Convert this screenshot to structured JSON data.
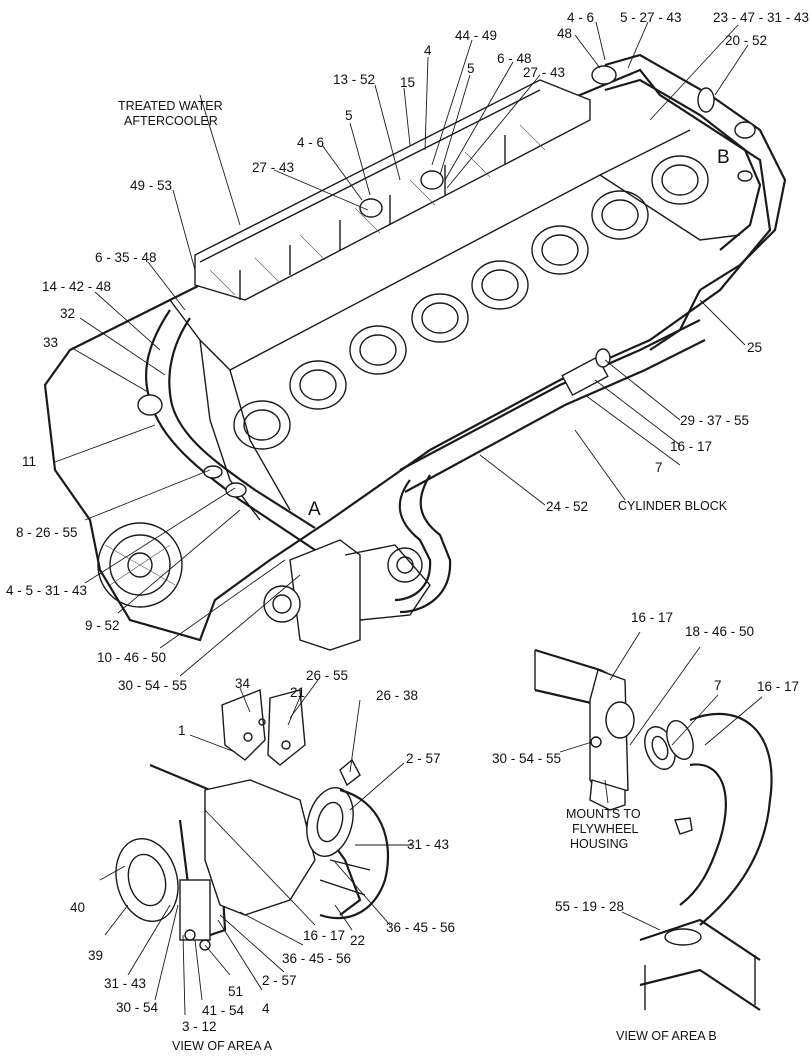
{
  "ink_color": "#1a1a1a",
  "background": "#ffffff",
  "callouts": {
    "c_4_6_top": "4 - 6",
    "c_5_27_43": "5 - 27 - 43",
    "c_23_47_31_43": "23 - 47 - 31 - 43",
    "c_48": "48",
    "c_20_52": "20 - 52",
    "c_4_top": "4",
    "c_44_49": "44 - 49",
    "c_13_52": "13 - 52",
    "c_15": "15",
    "c_5_a": "5",
    "c_6_48": "6 - 48",
    "c_27_43_a": "27 - 43",
    "c_5_b": "5",
    "c_4_6_mid": "4 - 6",
    "c_27_43_b": "27 - 43",
    "c_49_53": "49 - 53",
    "c_6_35_48": "6 - 35 - 48",
    "c_14_42_48": "14 - 42 - 48",
    "c_32": "32",
    "c_33": "33",
    "c_11": "11",
    "c_8_26_55": "8 - 26 - 55",
    "c_4_5_31_43": "4 - 5 - 31 - 43",
    "c_9_52": "9 - 52",
    "c_10_46_50": "10 - 46 - 50",
    "c_30_54_55_main": "30 - 54 - 55",
    "c_25": "25",
    "c_29_37_55": "29 - 37 - 55",
    "c_16_17_main": "16 - 17",
    "c_7_main": "7",
    "c_24_52": "24 - 52",
    "c_34": "34",
    "c_26_55": "26 - 55",
    "c_21": "21",
    "c_26_38": "26 - 38",
    "c_1": "1",
    "c_2_57_a": "2 - 57",
    "c_31_43_a": "31 - 43",
    "c_40": "40",
    "c_39": "39",
    "c_31_43_b": "31 - 43",
    "c_30_54": "30 - 54",
    "c_3_12": "3 - 12",
    "c_41_54": "41 - 54",
    "c_51": "51",
    "c_4_a": "4",
    "c_2_57_b": "2 - 57",
    "c_36_45_56_a": "36 - 45 - 56",
    "c_16_17_a": "16 - 17",
    "c_22": "22",
    "c_36_45_56_b": "36 - 45 - 56",
    "c_16_17_b1": "16 - 17",
    "c_18_46_50": "18 - 46 - 50",
    "c_7_b": "7",
    "c_16_17_b2": "16 - 17",
    "c_30_54_55_b": "30 - 54 - 55",
    "c_55_19_28": "55 - 19 - 28"
  },
  "notes": {
    "treated_water_line1": "TREATED WATER",
    "treated_water_line2": "AFTERCOOLER",
    "cylinder_block": "CYLINDER BLOCK",
    "mounts_line1": "MOUNTS TO",
    "mounts_line2": "FLYWHEEL",
    "mounts_line3": "HOUSING",
    "view_a": "VIEW OF AREA  A",
    "view_b": "VIEW OF AREA  B"
  },
  "area_markers": {
    "a": "A",
    "b": "B"
  }
}
